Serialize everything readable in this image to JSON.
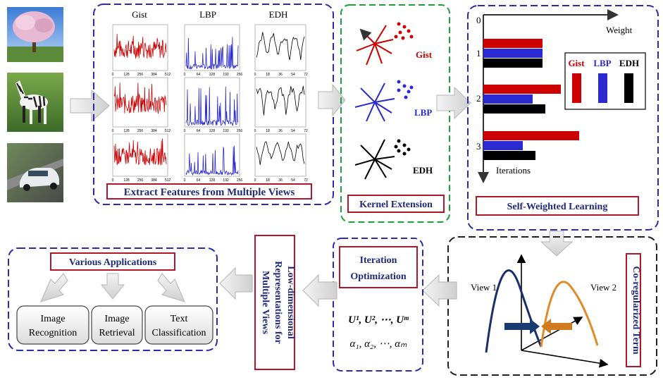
{
  "features_panel": {
    "headers": [
      "Gist",
      "LBP",
      "EDH"
    ],
    "title": "Extract Features from Multiple Views",
    "gist_ticks": [
      "0",
      "128",
      "256",
      "384",
      "512"
    ],
    "lbp_ticks": [
      "0",
      "64",
      "128",
      "192",
      "256"
    ],
    "edh_ticks": [
      "0",
      "18",
      "36",
      "54",
      "72"
    ]
  },
  "kernel_panel": {
    "title": "Kernel Extension",
    "labels": [
      "Gist",
      "LBP",
      "EDH"
    ]
  },
  "weight_panel": {
    "title": "Self-Weighted Learning",
    "axis_x": "Weight",
    "axis_y": "Iterations",
    "ticks": [
      "0",
      "1",
      "2",
      "3"
    ],
    "legend": [
      "Gist",
      "LBP",
      "EDH"
    ]
  },
  "coreg_panel": {
    "title": "Co-regularized Term",
    "view1": "View 1",
    "view2": "View 2"
  },
  "iteration_panel": {
    "title_line1": "Iteration",
    "title_line2": "Optimization",
    "formula1": "U¹, U², ⋯, Uᵐ",
    "formula2": "α₁, α₂, ⋯, αₘ"
  },
  "lowdim": {
    "line1": "Low-dimensional",
    "line2": "Representations for",
    "line3": "Multiple Views"
  },
  "apps_panel": {
    "title": "Various Applications",
    "apps": [
      {
        "line1": "Image",
        "line2": "Recognition"
      },
      {
        "line1": "Image",
        "line2": "Retrieval"
      },
      {
        "line1": "Text",
        "line2": "Classification"
      }
    ]
  },
  "colors": {
    "gist": "#cc0000",
    "lbp": "#2a2ad0",
    "edh": "#000000",
    "dash_blue": "#2b2bb0",
    "dash_green": "#1aa13a",
    "label_border": "#b0182a",
    "view1": "#1a2e6b",
    "view2": "#e08a2a"
  }
}
